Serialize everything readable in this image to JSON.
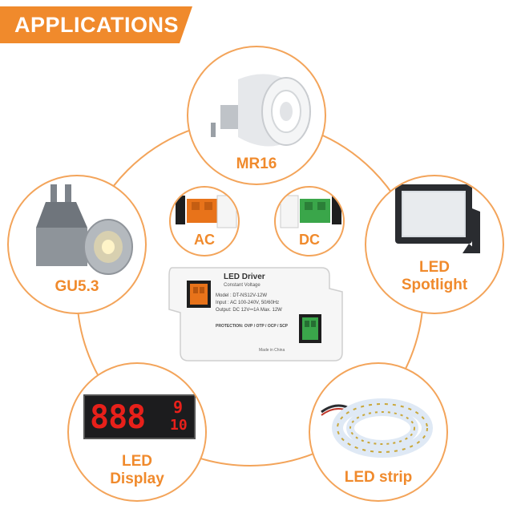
{
  "banner": {
    "title": "APPLICATIONS"
  },
  "apps": {
    "mr16": "MR16",
    "gu53": "GU5.3",
    "spotlight_1": "LED",
    "spotlight_2": "Spotlight",
    "display_1": "LED",
    "display_2": "Display",
    "strip": "LED strip"
  },
  "terminals": {
    "ac": "AC",
    "dc": "DC"
  },
  "driver": {
    "title": "LED Driver",
    "subtitle": "Constant Voltage",
    "model": "Model : DT-NS12V-12W",
    "input": "Input : AC 100-240V, 50/60Hz",
    "output": "Output: DC 12V⎓1A Max. 12W",
    "protection": "PROTECTION: OVP / OTP / OCP / SCP",
    "made": "Made in China"
  },
  "display_digits": {
    "main": "888",
    "small_top": "9",
    "small_bottom": "10"
  },
  "colors": {
    "accent": "#f08a2c",
    "ring": "#f3a45a",
    "terminal_ac": "#e8731a",
    "terminal_dc": "#3aa64a",
    "display_red": "#e8201a"
  }
}
